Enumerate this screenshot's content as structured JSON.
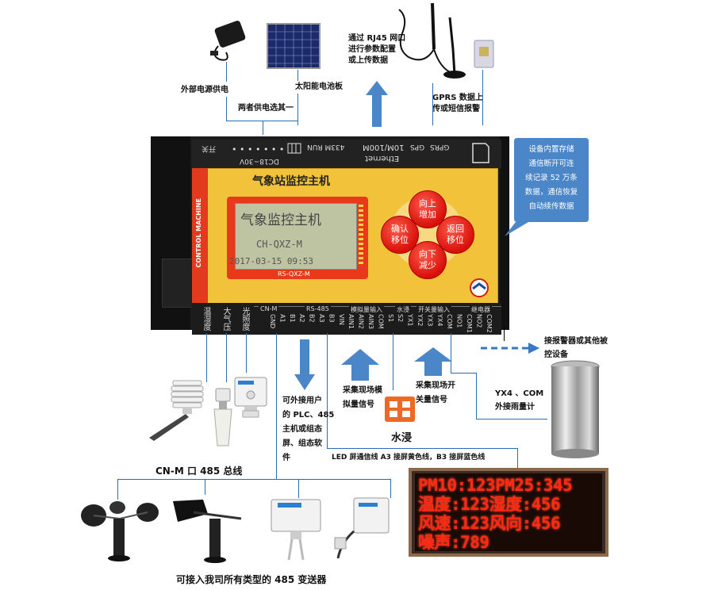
{
  "top": {
    "power_label": "外部电源供电",
    "solar_label": "太阳能电池板",
    "either_label": "两者供电选其一",
    "rj45_lines": [
      "通过 RJ45 网口",
      "进行参数配置",
      "或上传数据"
    ],
    "gprs_lines": [
      "GPRS 数据上",
      "传或短信报警"
    ]
  },
  "host": {
    "title": "气象站监控主机",
    "side_label": "CONTROL MACHINE",
    "ports": [
      "开关",
      "DC18~30V",
      "433M RUN",
      "10M/100M",
      "Ethernet",
      "GPS",
      "GPRS"
    ],
    "lcd": {
      "title": "气象监控主机",
      "model": "CH-QXZ-M",
      "datetime": "2017-03-15 09:53",
      "label": "RS-QXZ-M"
    },
    "buttons": {
      "up": "向上\n增加",
      "confirm": "确认\n移位",
      "back": "返回\n移位",
      "down": "向下\n减少"
    },
    "groups": [
      "CN-M",
      "RS-485",
      "模拟量输入",
      "水浸",
      "开关量输入",
      "继电器"
    ],
    "terminals": [
      "GND",
      "A1",
      "B1",
      "A2",
      "B2",
      "A3",
      "B3",
      "VIN",
      "AIN1",
      "AIN2",
      "AIN3",
      "COM",
      "S1",
      "S2",
      "YX1",
      "YX2",
      "YX3",
      "YX4",
      "COM",
      "NO1",
      "COM1",
      "NO2",
      "COM2"
    ],
    "sensor_labels": [
      "温湿度",
      "大气压",
      "光照度"
    ]
  },
  "callout": {
    "lines": [
      "设备内置存储",
      "通信断开可连",
      "续记录 52 万条",
      "数据，通信恢复",
      "自动续传数据"
    ]
  },
  "mid": {
    "rs485_lines": [
      "可外接用户",
      "的 PLC、485",
      "主机或组态",
      "屏、组态软",
      "件"
    ],
    "analog_lines": [
      "采集现场模",
      "拟量信号"
    ],
    "switch_lines": [
      "采集现场开",
      "关量信号"
    ],
    "water_label": "水浸",
    "alarm_lines": [
      "接报警器或其他被",
      "控设备"
    ],
    "rain_lines": [
      "YX4 、COM",
      "外接雨量计"
    ],
    "led_note": "LED 屏通信线 A3 接屏黄色线，B3 接屏蓝色线",
    "cnm_label": "CN-M 口 485 总线",
    "bottom_label": "可接入我司所有类型的 485 变送器"
  },
  "led": {
    "rows": [
      "PM10:123PM25:345",
      "温度:123湿度:456",
      "风速:123风向:456",
      "噪声:789"
    ]
  }
}
